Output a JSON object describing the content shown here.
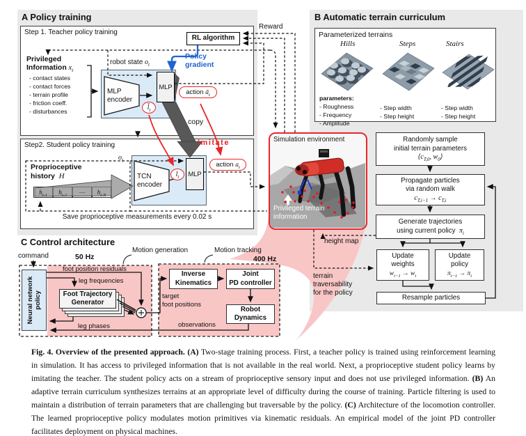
{
  "a": {
    "title": "A Policy training",
    "step1": "Step 1. Teacher policy training",
    "rl": "RL algorithm",
    "reward": "Reward",
    "pg1": "Policy",
    "pg2": "gradient",
    "priv1": "Privileged",
    "priv2": "Information",
    "privm_b": "x",
    "privm_s": "t",
    "privItems": [
      "- contact states",
      "- contact forces",
      "- terrain profile",
      "- friction coeff.",
      "- disturbances"
    ],
    "robot_state": "robot state",
    "rs_b": "o",
    "rs_s": "t",
    "enc1": "MLP",
    "enc2": "encoder",
    "mlp": "MLP",
    "lat1_b": "l̄",
    "lat1_s": "t",
    "act": "action",
    "act1_b": "ā",
    "act1_s": "t",
    "copy": "copy",
    "step2": "Step2. Student policy training",
    "hist1": "Proprioceptive",
    "hist2": "history",
    "histm": "H",
    "h1b": "h",
    "h1s": "t-1",
    "h2b": "h",
    "h2s": "t-2",
    "hdots": "⋯",
    "h3b": "h",
    "h3s": "t-N",
    "ot_b": "o",
    "ot_s": "t",
    "tcn1": "TCN",
    "tcn2": "encoder",
    "mlp2": "MLP",
    "lat2_b": "l",
    "lat2_s": "t",
    "imitate": "Imitate",
    "act2_b": "a",
    "act2_s": "t",
    "save": "Save proprioceptive measurements every 0.02 s"
  },
  "b": {
    "title": "B Automatic terrain curriculum",
    "param_title": "Parameterized terrains",
    "t1": "Hills",
    "t2": "Steps",
    "t3": "Stairs",
    "plabel": "parameters:",
    "p1": [
      "- Roughness",
      "- Frequency",
      "- Amplitude"
    ],
    "p2": [
      "- Step width",
      "- Step height"
    ],
    "p3": [
      "- Step width",
      "- Step height"
    ],
    "f1a": "Randomly sample",
    "f1b": "initial terrain parameters",
    "f1m": {
      "a": "⟨c",
      "b": "T,0",
      "c": ", w",
      "d": "0",
      "e": "⟩"
    },
    "f2a": "Propagate particles",
    "f2b": "via random walk",
    "f2m": {
      "a": "c",
      "b": "T,i−1",
      "c": " → c",
      "d": "T,i"
    },
    "f3a": "Generate trajectories",
    "f3b": "using current policy",
    "f3m": {
      "a": "π",
      "b": "i"
    },
    "f4a": "Update",
    "f4b": "weights",
    "f4m": {
      "a": "w",
      "b": "i−1",
      "c": " → w",
      "d": "i"
    },
    "f5a": "Update",
    "f5b": "policy",
    "f5m": {
      "a": "π",
      "b": "i−1",
      "c": " → π",
      "d": "i"
    },
    "f6": "Resample particles",
    "height_map": "height map",
    "trav1": "terrain",
    "trav2": "traversability",
    "trav3": "for the policy"
  },
  "sim": {
    "title": "Simulation environment",
    "pt1": "Privileged terrain",
    "pt2": "information"
  },
  "c": {
    "title": "C Control architecture",
    "command": "command",
    "hz50": "50 Hz",
    "hz400": "400 Hz",
    "mg": "Motion generation",
    "mt": "Motion tracking",
    "nn1": "Neural network",
    "nn2": "policy",
    "fpr": "foot position residuals",
    "legf": "leg frequencies",
    "ftg1": "Foot Trajectory",
    "ftg2": "Generator",
    "legp": "leg phases",
    "tgt1": "target",
    "tgt2": "foot positions",
    "ik1": "Inverse",
    "ik2": "Kinematics",
    "pd1": "Joint",
    "pd2": "PD controller",
    "rd1": "Robot",
    "rd2": "Dynamics",
    "obs": "observations"
  },
  "caption": {
    "s1": "Fig. 4. Overview of the presented approach. ",
    "s2": "(A)",
    "s3": " Two-stage training process. First, a teacher policy is trained using reinforcement learning in simulation. It has access to privileged information that is not available in the real world. Next, a proprioceptive student policy learns by imitating the teacher. The student policy acts on a stream of proprioceptive sensory input and does not use privileged information. ",
    "s4": "(B)",
    "s5": " An adaptive terrain curriculum synthesizes terrains at an appropriate level of difficulty during the course of training. Particle filtering is used to maintain a distribution of terrain parameters that are challenging but traversable by the policy. ",
    "s6": "(C)",
    "s7": " Architecture of the locomotion controller. The learned proprioceptive policy modulates motion primitives via kinematic residuals. An empirical model of the joint PD controller facilitates deployment on physical machines."
  },
  "colors": {
    "red": "#e8262a",
    "blue": "#1f63d0",
    "panel_gray": "#e9e9e9",
    "encoder_blue": "#dbeaf7",
    "pink": "#f9c6c6",
    "terrain_slate": "#8694a1"
  }
}
